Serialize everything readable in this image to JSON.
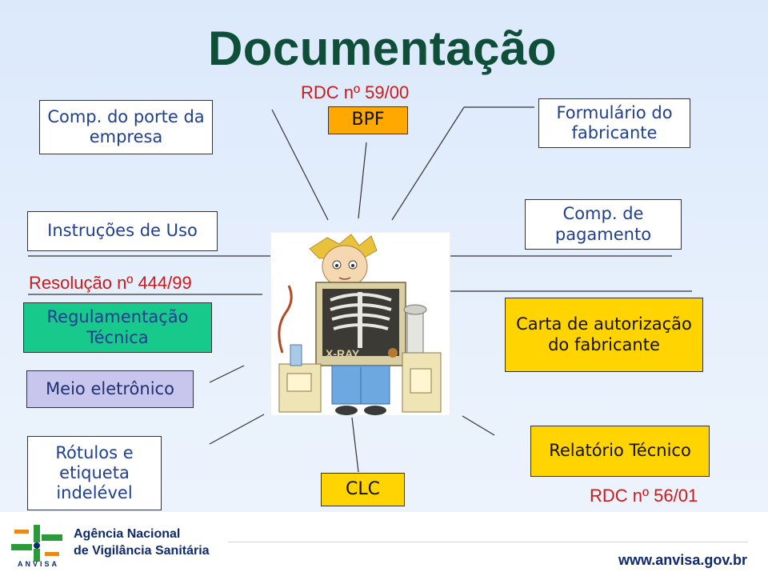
{
  "title": "Documentação",
  "boxes": {
    "porte": "Comp. do porte da empresa",
    "bpf": "BPF",
    "formulario": "Formulário do fabricante",
    "instrucoes": "Instruções de Uso",
    "pagamento": "Comp. de pagamento",
    "regulamentacao": "Regulamentação Técnica",
    "carta": "Carta de autorização do fabricante",
    "meio": "Meio eletrônico",
    "rotulos": "Rótulos e etiqueta indelével",
    "clc": "CLC",
    "relatorio": "Relatório Técnico"
  },
  "labels": {
    "rdc_59": "RDC nº 59/00",
    "resolucao_444": "Resolução nº 444/99",
    "rdc_56": "RDC nº 56/01"
  },
  "image": {
    "caption": "X-RAY"
  },
  "footer": {
    "agency_line1": "Agência Nacional",
    "agency_line2": "de Vigilância Sanitária",
    "logo_word": "ANVISA",
    "url": "www.anvisa.gov.br"
  },
  "colors": {
    "title": "#0f4f3a",
    "orange_box": "#ffa800",
    "yellow_box": "#ffd400",
    "green_box": "#17c98a",
    "lavender_box": "#c9c6ee",
    "label_red": "#cc1a1a"
  }
}
